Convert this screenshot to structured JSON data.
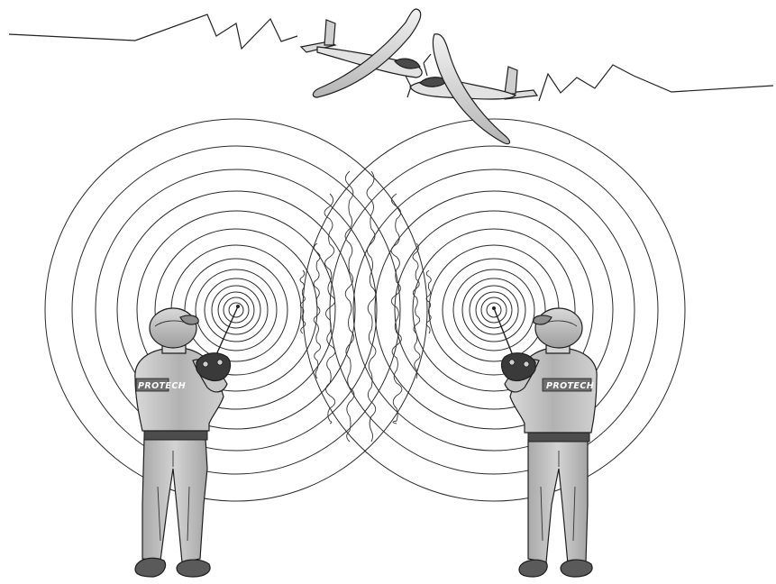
{
  "pilots": [
    {
      "side": "left",
      "jacket_label": "PROTECH"
    },
    {
      "side": "right",
      "jacket_label": "PROTECH"
    }
  ],
  "colors": {
    "line": "#222222",
    "jacket_gray": "#b9b9b9",
    "pants_gray": "#c4c4c4",
    "dark_gray": "#5a5a5a",
    "badge": "#6e6e6e",
    "background": "#ffffff"
  },
  "icons": [
    "airplane",
    "radio-transmitter",
    "signal-ring"
  ]
}
